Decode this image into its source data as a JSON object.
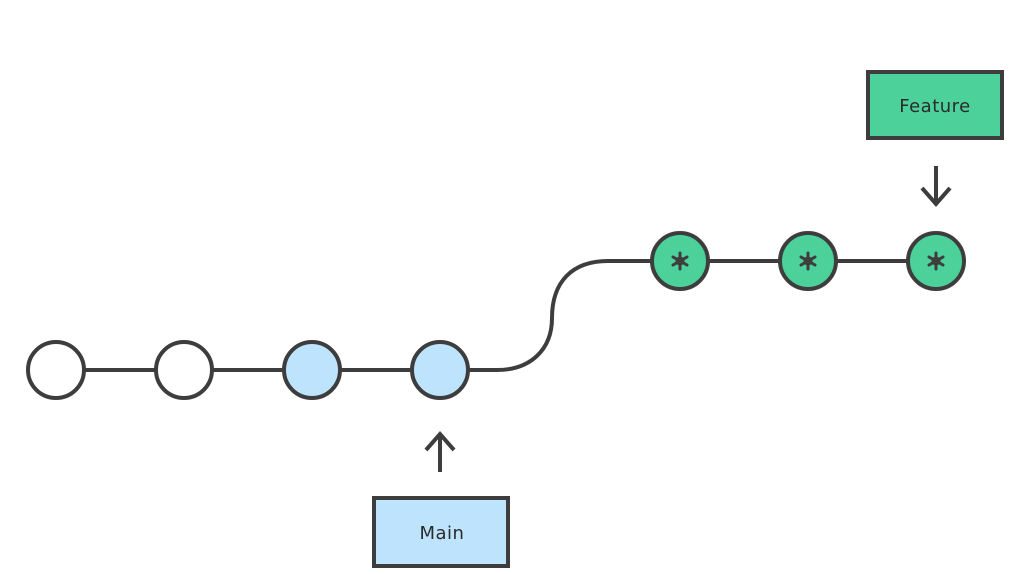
{
  "colors": {
    "stroke": "#3d3d3d",
    "old_commit_fill": "#ffffff",
    "main_commit_fill": "#bde3fd",
    "feature_commit_fill": "#4dd19a",
    "main_label_fill": "#bde3fd",
    "feature_label_fill": "#4dd19a"
  },
  "branches": {
    "main": {
      "label": "Main"
    },
    "feature": {
      "label": "Feature"
    }
  },
  "commits": [
    {
      "id": "c1",
      "branch": "base",
      "marker": "none"
    },
    {
      "id": "c2",
      "branch": "base",
      "marker": "none"
    },
    {
      "id": "c3",
      "branch": "main",
      "marker": "none"
    },
    {
      "id": "c4",
      "branch": "main",
      "marker": "none",
      "head": "main"
    },
    {
      "id": "f1",
      "branch": "feature",
      "marker": "asterisk-icon"
    },
    {
      "id": "f2",
      "branch": "feature",
      "marker": "asterisk-icon"
    },
    {
      "id": "f3",
      "branch": "feature",
      "marker": "asterisk-icon",
      "head": "feature"
    }
  ]
}
